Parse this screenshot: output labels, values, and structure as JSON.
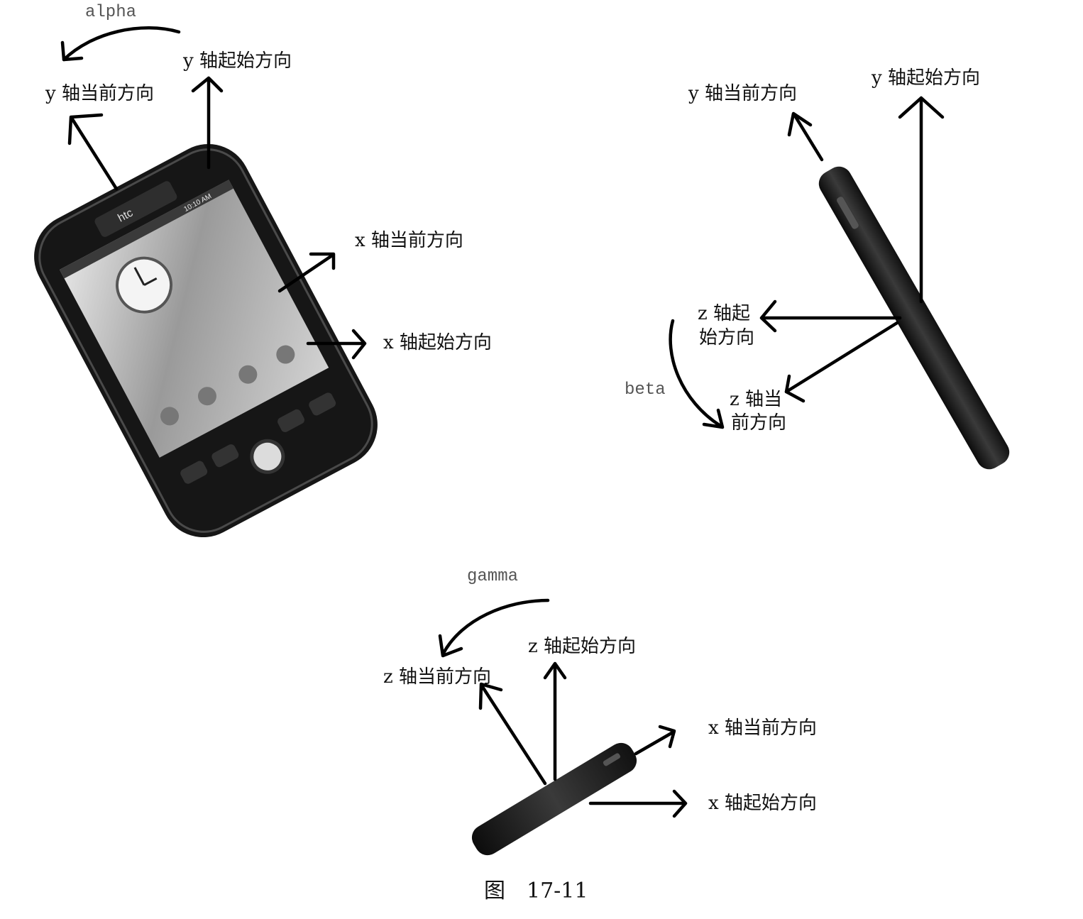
{
  "figure": {
    "caption": "图　17-11"
  },
  "panels": {
    "alpha": {
      "rotation_label": "alpha",
      "labels": {
        "y_initial": "y 轴起始方向",
        "y_current": "y 轴当前方向",
        "x_current": "x 轴当前方向",
        "x_initial": "x 轴起始方向"
      },
      "phone": {
        "brand_text": "htc",
        "status_time": "10:10 AM"
      }
    },
    "beta": {
      "rotation_label": "beta",
      "labels": {
        "y_current": "y 轴当前方向",
        "y_initial": "y 轴起始方向",
        "z_initial_line1": "z 轴起",
        "z_initial_line2": "始方向",
        "z_current_line1": "z 轴当",
        "z_current_line2": "前方向"
      }
    },
    "gamma": {
      "rotation_label": "gamma",
      "labels": {
        "z_initial": "z 轴起始方向",
        "z_current": "z 轴当前方向",
        "x_current": "x 轴当前方向",
        "x_initial": "x 轴起始方向"
      }
    }
  },
  "colors": {
    "ink": "#000000",
    "phone_body": "#1b1b1b",
    "screen": "#b9b9b9"
  }
}
